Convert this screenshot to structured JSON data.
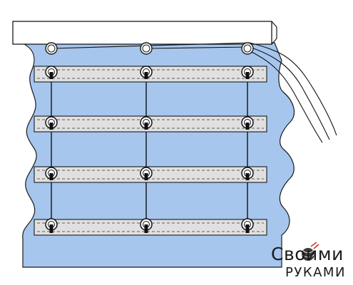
{
  "diagram": {
    "rows": 4,
    "columns": 3,
    "colors": {
      "fabric": "#a6c6ee",
      "fabric_outline": "#1a1a1a",
      "rail": "#ffffff",
      "slat": "#e0e0e0",
      "cord": "#111111"
    }
  },
  "logo": {
    "line1": "Своими",
    "line2": "РУКАМИ"
  }
}
